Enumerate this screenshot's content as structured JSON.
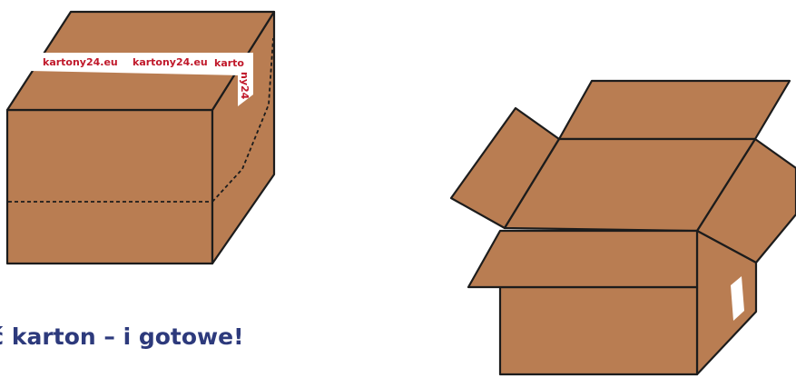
{
  "colors": {
    "cardboard": "#b97d52",
    "outline": "#1c1c1c",
    "tape": "#ffffff",
    "tape_text": "#c0182a",
    "caption_text": "#2d3a7c"
  },
  "closed_box": {
    "tape_label_1": "kartony24.eu",
    "tape_label_2": "kartony24.eu",
    "tape_label_3": "karto",
    "tape_label_side": "ny24"
  },
  "caption": {
    "text": "cić karton – i gotowe!"
  }
}
